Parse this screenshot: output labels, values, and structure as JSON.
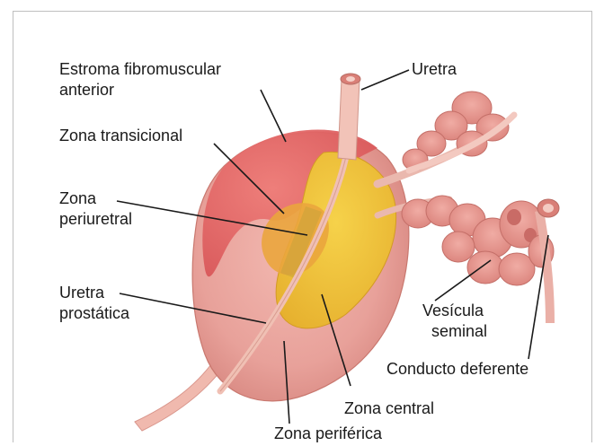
{
  "labels": {
    "estroma_line1": "Estroma fibromuscular",
    "estroma_line2": "anterior",
    "uretra": "Uretra",
    "zona_transicional": "Zona transicional",
    "zona_periuretral_line1": "Zona",
    "zona_periuretral_line2": "periuretral",
    "uretra_prostatica_line1": "Uretra",
    "uretra_prostatica_line2": "prostática",
    "vesicula_line1": "Vesícula",
    "vesicula_line2": "seminal",
    "conducto_deferente": "Conducto deferente",
    "zona_central": "Zona central",
    "zona_periferica": "Zona periférica"
  },
  "colors": {
    "gland": "#e8a49c",
    "gland_dark": "#d9847d",
    "stroma": "#e56b6b",
    "central": "#f2c23a",
    "transition": "#e9a23b",
    "urethra": "#eeb3a8",
    "vesicle": "#e79a93",
    "leader": "#1a1a1a"
  }
}
